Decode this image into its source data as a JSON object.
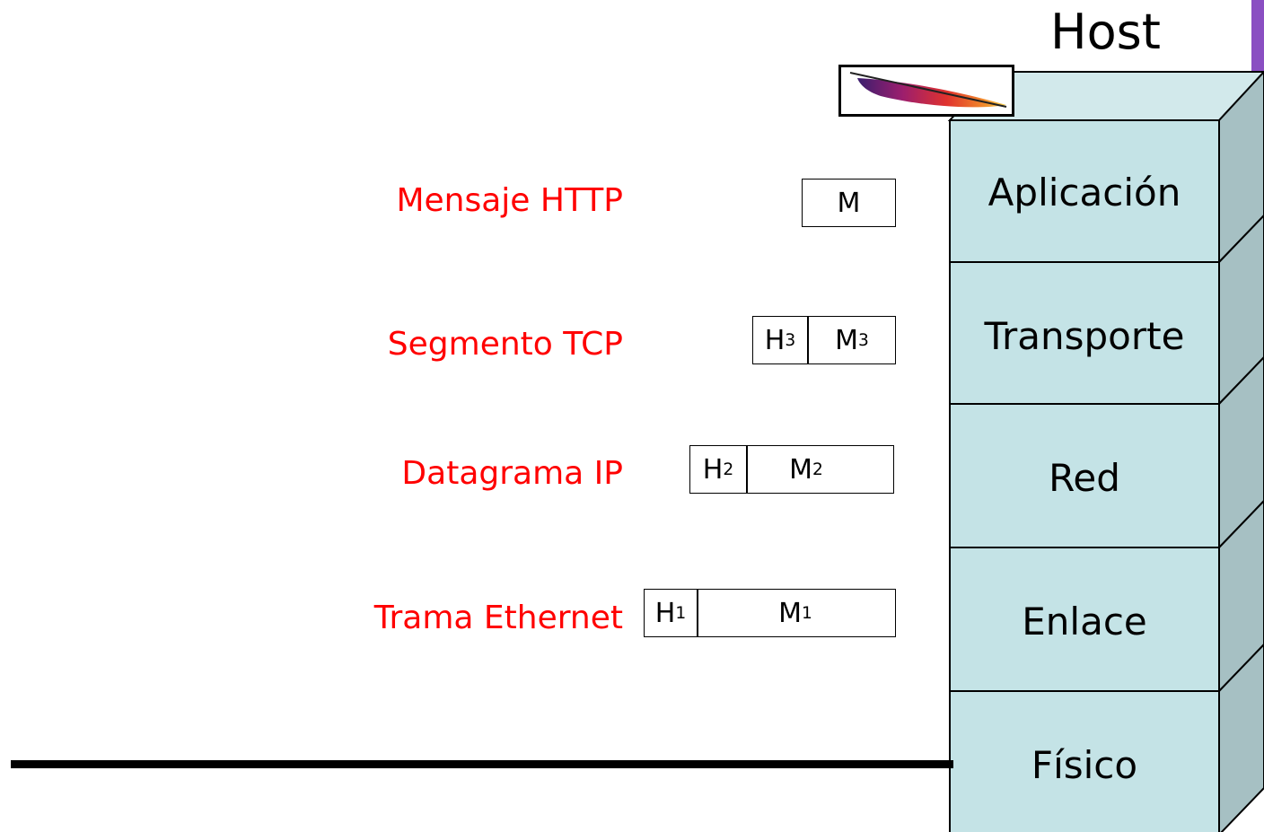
{
  "host": {
    "title": "Host"
  },
  "layers": [
    {
      "label": "Aplicación"
    },
    {
      "label": "Transporte"
    },
    {
      "label": "Red"
    },
    {
      "label": "Enlace"
    },
    {
      "label": "Físico"
    }
  ],
  "pdus": [
    {
      "label": "Mensaje HTTP",
      "header": "",
      "header_sub": "",
      "payload": "M",
      "payload_sub": ""
    },
    {
      "label": "Segmento TCP",
      "header": "H",
      "header_sub": "3",
      "payload": "M",
      "payload_sub": "3"
    },
    {
      "label": "Datagrama IP",
      "header": "H",
      "header_sub": "2",
      "payload": "M",
      "payload_sub": "2"
    },
    {
      "label": "Trama Ethernet",
      "header": "H",
      "header_sub": "1",
      "payload": "M",
      "payload_sub": "1"
    }
  ],
  "icons": {
    "app_icon": "apache-feather-icon"
  },
  "colors": {
    "pdu_label": "#ff0000",
    "layer_front": "#c4e3e6",
    "layer_side": "#a6c0c3",
    "layer_top": "#d2e9eb",
    "accent_tab": "#8a4fc2"
  }
}
